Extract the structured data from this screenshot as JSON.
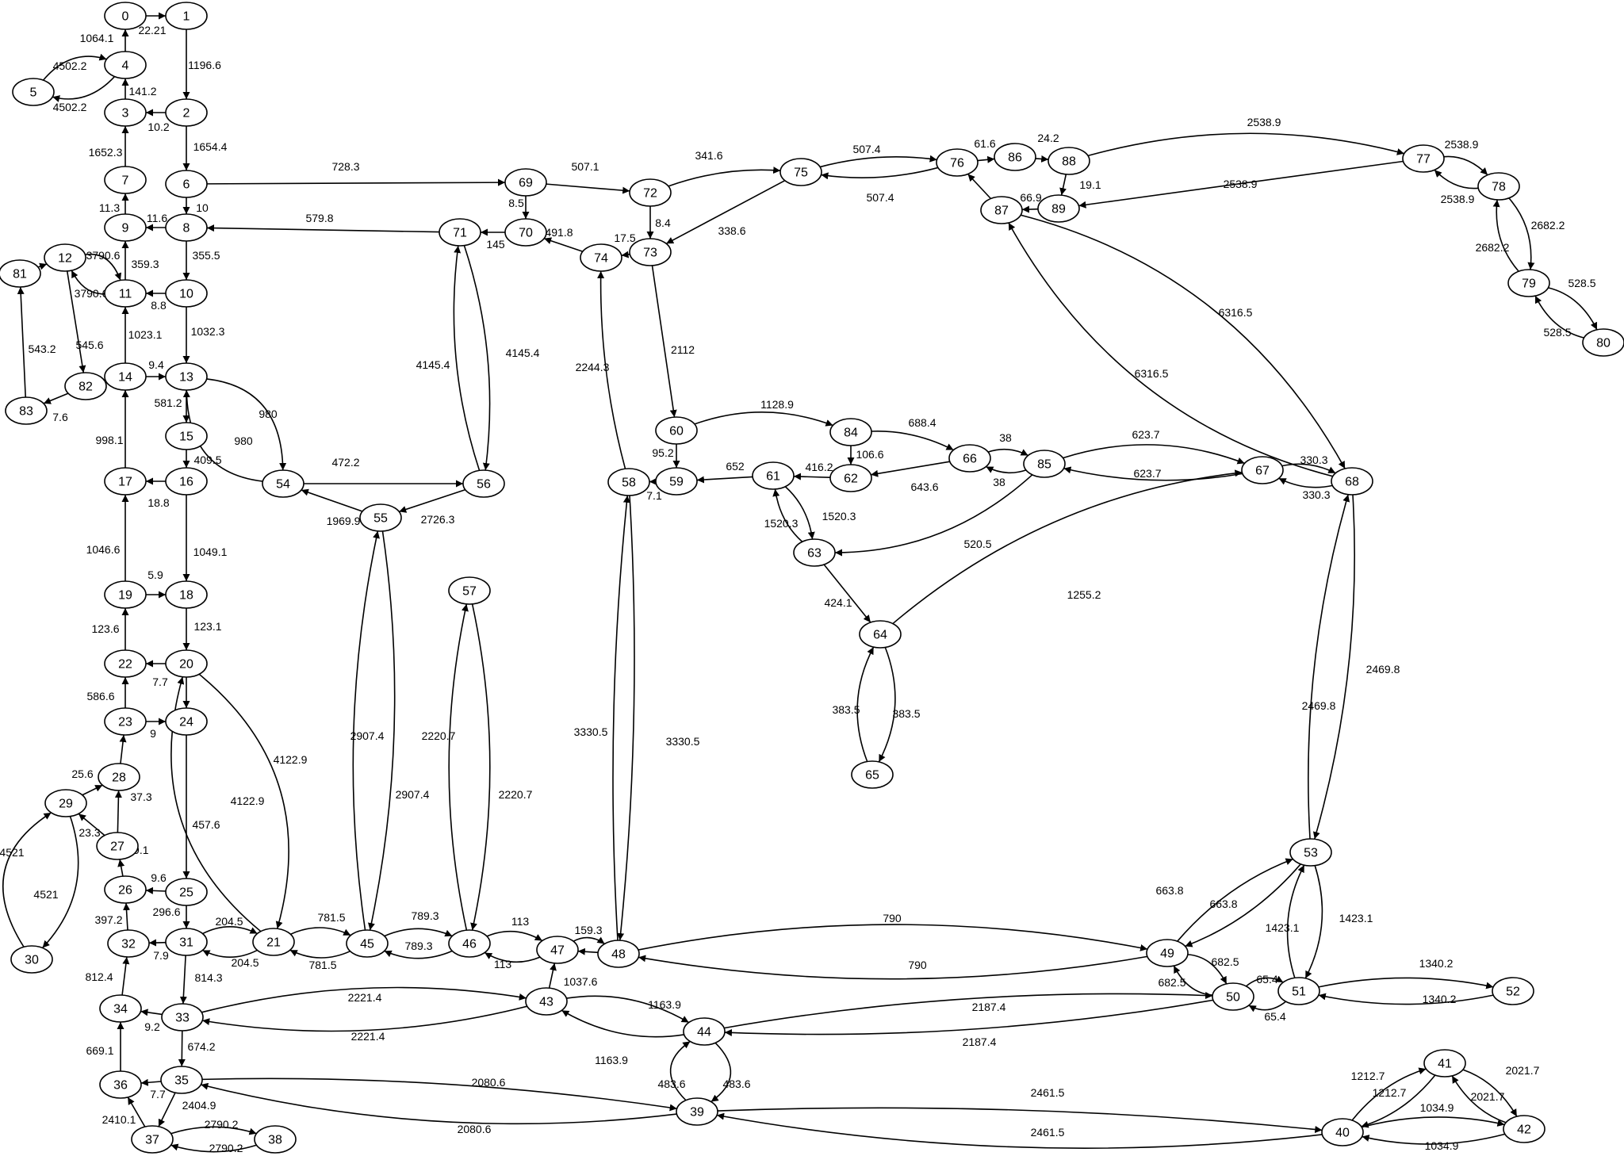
{
  "nodes": [
    "0",
    "1",
    "2",
    "3",
    "4",
    "5",
    "6",
    "7",
    "8",
    "9",
    "10",
    "11",
    "12",
    "13",
    "14",
    "15",
    "16",
    "17",
    "18",
    "19",
    "20",
    "21",
    "22",
    "23",
    "24",
    "25",
    "26",
    "27",
    "28",
    "29",
    "30",
    "31",
    "32",
    "33",
    "34",
    "35",
    "36",
    "37",
    "38",
    "39",
    "40",
    "41",
    "42",
    "43",
    "44",
    "45",
    "46",
    "47",
    "48",
    "49",
    "50",
    "51",
    "52",
    "53",
    "54",
    "55",
    "56",
    "57",
    "58",
    "59",
    "60",
    "61",
    "62",
    "63",
    "64",
    "65",
    "66",
    "67",
    "68",
    "69",
    "70",
    "71",
    "72",
    "73",
    "74",
    "75",
    "76",
    "77",
    "78",
    "79",
    "80",
    "81",
    "82",
    "83",
    "84",
    "85",
    "86",
    "87",
    "88",
    "89"
  ],
  "edges": [
    {
      "from": "0",
      "to": "1",
      "label": "22.21"
    },
    {
      "from": "1",
      "to": "2",
      "label": "1196.6"
    },
    {
      "from": "2",
      "to": "3",
      "label": "10.2"
    },
    {
      "from": "2",
      "to": "6",
      "label": "1654.4"
    },
    {
      "from": "3",
      "to": "4",
      "label": "141.2"
    },
    {
      "from": "4",
      "to": "0",
      "label": "1064.1"
    },
    {
      "from": "4",
      "to": "5",
      "label": "4502.2"
    },
    {
      "from": "5",
      "to": "4",
      "label": "4502.2"
    },
    {
      "from": "7",
      "to": "3",
      "label": "1652.3"
    },
    {
      "from": "9",
      "to": "7",
      "label": "11.3"
    },
    {
      "from": "6",
      "to": "8",
      "label": "10"
    },
    {
      "from": "6",
      "to": "69",
      "label": "728.3"
    },
    {
      "from": "8",
      "to": "9",
      "label": "11.6"
    },
    {
      "from": "8",
      "to": "10",
      "label": "355.5"
    },
    {
      "from": "10",
      "to": "11",
      "label": "8.8"
    },
    {
      "from": "11",
      "to": "9",
      "label": "359.3"
    },
    {
      "from": "11",
      "to": "12",
      "label": "3790.6"
    },
    {
      "from": "12",
      "to": "11",
      "label": "3790.6"
    },
    {
      "from": "12",
      "to": "82",
      "label": "545.6"
    },
    {
      "from": "81",
      "to": "12",
      "label": ""
    },
    {
      "from": "83",
      "to": "81",
      "label": "543.2"
    },
    {
      "from": "82",
      "to": "83",
      "label": "7.6"
    },
    {
      "from": "10",
      "to": "13",
      "label": "1032.3"
    },
    {
      "from": "14",
      "to": "11",
      "label": "1023.1"
    },
    {
      "from": "14",
      "to": "13",
      "label": "9.4"
    },
    {
      "from": "13",
      "to": "15",
      "label": "581.2"
    },
    {
      "from": "13",
      "to": "54",
      "label": "980"
    },
    {
      "from": "54",
      "to": "13",
      "label": "980"
    },
    {
      "from": "15",
      "to": "16",
      "label": "409.5"
    },
    {
      "from": "16",
      "to": "17",
      "label": "18.8"
    },
    {
      "from": "16",
      "to": "18",
      "label": "1049.1"
    },
    {
      "from": "17",
      "to": "14",
      "label": "998.1"
    },
    {
      "from": "19",
      "to": "17",
      "label": "1046.6"
    },
    {
      "from": "19",
      "to": "18",
      "label": "5.9"
    },
    {
      "from": "18",
      "to": "20",
      "label": "123.1"
    },
    {
      "from": "20",
      "to": "22",
      "label": "7.7"
    },
    {
      "from": "20",
      "to": "24",
      "label": ""
    },
    {
      "from": "20",
      "to": "21",
      "label": "4122.9"
    },
    {
      "from": "21",
      "to": "20",
      "label": "4122.9"
    },
    {
      "from": "22",
      "to": "19",
      "label": "123.6"
    },
    {
      "from": "23",
      "to": "22",
      "label": "586.6"
    },
    {
      "from": "23",
      "to": "24",
      "label": "9"
    },
    {
      "from": "24",
      "to": "25",
      "label": "457.6"
    },
    {
      "from": "28",
      "to": "23",
      "label": ""
    },
    {
      "from": "29",
      "to": "28",
      "label": "25.6"
    },
    {
      "from": "27",
      "to": "28",
      "label": "37.3"
    },
    {
      "from": "27",
      "to": "29",
      "label": "23.3"
    },
    {
      "from": "26",
      "to": "27",
      "label": "199.1"
    },
    {
      "from": "30",
      "to": "29",
      "label": "4521"
    },
    {
      "from": "29",
      "to": "30",
      "label": "4521"
    },
    {
      "from": "25",
      "to": "26",
      "label": "9.6"
    },
    {
      "from": "25",
      "to": "31",
      "label": "296.6"
    },
    {
      "from": "32",
      "to": "26",
      "label": "397.2"
    },
    {
      "from": "31",
      "to": "32",
      "label": "7.9"
    },
    {
      "from": "31",
      "to": "21",
      "label": "204.5"
    },
    {
      "from": "21",
      "to": "31",
      "label": "204.5"
    },
    {
      "from": "31",
      "to": "33",
      "label": "814.3"
    },
    {
      "from": "34",
      "to": "32",
      "label": "812.4"
    },
    {
      "from": "33",
      "to": "34",
      "label": "9.2"
    },
    {
      "from": "33",
      "to": "43",
      "label": "2221.4"
    },
    {
      "from": "43",
      "to": "33",
      "label": "2221.4"
    },
    {
      "from": "33",
      "to": "35",
      "label": "674.2"
    },
    {
      "from": "36",
      "to": "34",
      "label": "669.1"
    },
    {
      "from": "35",
      "to": "36",
      "label": "7.7"
    },
    {
      "from": "37",
      "to": "36",
      "label": "2410.1"
    },
    {
      "from": "35",
      "to": "37",
      "label": "2404.9"
    },
    {
      "from": "37",
      "to": "38",
      "label": "2790.2"
    },
    {
      "from": "38",
      "to": "37",
      "label": "2790.2"
    },
    {
      "from": "35",
      "to": "39",
      "label": "2080.6"
    },
    {
      "from": "39",
      "to": "35",
      "label": "2080.6"
    },
    {
      "from": "39",
      "to": "40",
      "label": "2461.5"
    },
    {
      "from": "40",
      "to": "39",
      "label": "2461.5"
    },
    {
      "from": "40",
      "to": "41",
      "label": "1212.7"
    },
    {
      "from": "41",
      "to": "40",
      "label": "1212.7"
    },
    {
      "from": "41",
      "to": "42",
      "label": "2021.7"
    },
    {
      "from": "42",
      "to": "41",
      "label": "2021.7"
    },
    {
      "from": "40",
      "to": "42",
      "label": "1034.9"
    },
    {
      "from": "42",
      "to": "40",
      "label": "1034.9"
    },
    {
      "from": "39",
      "to": "44",
      "label": "483.6"
    },
    {
      "from": "44",
      "to": "39",
      "label": "483.6"
    },
    {
      "from": "43",
      "to": "44",
      "label": "1163.9"
    },
    {
      "from": "44",
      "to": "43",
      "label": "1163.9"
    },
    {
      "from": "43",
      "to": "47",
      "label": "1037.6"
    },
    {
      "from": "44",
      "to": "50",
      "label": "2187.4"
    },
    {
      "from": "50",
      "to": "44",
      "label": "2187.4"
    },
    {
      "from": "21",
      "to": "45",
      "label": "781.5"
    },
    {
      "from": "45",
      "to": "21",
      "label": "781.5"
    },
    {
      "from": "45",
      "to": "46",
      "label": "789.3"
    },
    {
      "from": "46",
      "to": "45",
      "label": "789.3"
    },
    {
      "from": "45",
      "to": "55",
      "label": "2907.4"
    },
    {
      "from": "55",
      "to": "45",
      "label": "2907.4"
    },
    {
      "from": "46",
      "to": "57",
      "label": "2220.7"
    },
    {
      "from": "57",
      "to": "46",
      "label": "2220.7"
    },
    {
      "from": "46",
      "to": "47",
      "label": "113"
    },
    {
      "from": "47",
      "to": "46",
      "label": "113"
    },
    {
      "from": "47",
      "to": "48",
      "label": "159.3"
    },
    {
      "from": "48",
      "to": "47",
      "label": ""
    },
    {
      "from": "48",
      "to": "58",
      "label": "3330.5"
    },
    {
      "from": "58",
      "to": "48",
      "label": "3330.5"
    },
    {
      "from": "48",
      "to": "49",
      "label": "790"
    },
    {
      "from": "49",
      "to": "48",
      "label": "790"
    },
    {
      "from": "49",
      "to": "50",
      "label": "682.5"
    },
    {
      "from": "50",
      "to": "49",
      "label": "682.5"
    },
    {
      "from": "49",
      "to": "53",
      "label": "663.8"
    },
    {
      "from": "53",
      "to": "49",
      "label": "663.8"
    },
    {
      "from": "50",
      "to": "51",
      "label": "65.4"
    },
    {
      "from": "51",
      "to": "50",
      "label": "65.4"
    },
    {
      "from": "51",
      "to": "52",
      "label": "1340.2"
    },
    {
      "from": "52",
      "to": "51",
      "label": "1340.2"
    },
    {
      "from": "51",
      "to": "53",
      "label": "1423.1"
    },
    {
      "from": "53",
      "to": "51",
      "label": "1423.1"
    },
    {
      "from": "53",
      "to": "68",
      "label": "2469.8"
    },
    {
      "from": "68",
      "to": "53",
      "label": "2469.8"
    },
    {
      "from": "54",
      "to": "56",
      "label": "472.2"
    },
    {
      "from": "55",
      "to": "54",
      "label": "1969.9"
    },
    {
      "from": "56",
      "to": "55",
      "label": "2726.3"
    },
    {
      "from": "56",
      "to": "71",
      "label": "4145.4"
    },
    {
      "from": "71",
      "to": "56",
      "label": "4145.4"
    },
    {
      "from": "58",
      "to": "74",
      "label": "2244.3"
    },
    {
      "from": "59",
      "to": "58",
      "label": "7.1"
    },
    {
      "from": "60",
      "to": "59",
      "label": "95.2"
    },
    {
      "from": "60",
      "to": "84",
      "label": "1128.9"
    },
    {
      "from": "61",
      "to": "59",
      "label": "652"
    },
    {
      "from": "61",
      "to": "63",
      "label": "1520.3"
    },
    {
      "from": "63",
      "to": "61",
      "label": "1520.3"
    },
    {
      "from": "62",
      "to": "61",
      "label": "416.2"
    },
    {
      "from": "63",
      "to": "64",
      "label": "424.1"
    },
    {
      "from": "64",
      "to": "65",
      "label": "383.5"
    },
    {
      "from": "65",
      "to": "64",
      "label": "383.5"
    },
    {
      "from": "64",
      "to": "67",
      "label": "1255.2"
    },
    {
      "from": "66",
      "to": "62",
      "label": "643.6"
    },
    {
      "from": "66",
      "to": "85",
      "label": "38"
    },
    {
      "from": "85",
      "to": "66",
      "label": "38"
    },
    {
      "from": "85",
      "to": "67",
      "label": "623.7"
    },
    {
      "from": "67",
      "to": "85",
      "label": "623.7"
    },
    {
      "from": "85",
      "to": "63",
      "label": "520.5"
    },
    {
      "from": "67",
      "to": "68",
      "label": "330.3"
    },
    {
      "from": "68",
      "to": "67",
      "label": "330.3"
    },
    {
      "from": "68",
      "to": "87",
      "label": "6316.5"
    },
    {
      "from": "87",
      "to": "68",
      "label": "6316.5"
    },
    {
      "from": "69",
      "to": "70",
      "label": "8.5"
    },
    {
      "from": "69",
      "to": "72",
      "label": "507.1"
    },
    {
      "from": "70",
      "to": "71",
      "label": "145"
    },
    {
      "from": "71",
      "to": "8",
      "label": "579.8"
    },
    {
      "from": "74",
      "to": "70",
      "label": "491.8"
    },
    {
      "from": "72",
      "to": "73",
      "label": "8.4"
    },
    {
      "from": "72",
      "to": "75",
      "label": "341.6"
    },
    {
      "from": "73",
      "to": "74",
      "label": "17.5"
    },
    {
      "from": "73",
      "to": "60",
      "label": "2112"
    },
    {
      "from": "75",
      "to": "73",
      "label": "338.6"
    },
    {
      "from": "75",
      "to": "76",
      "label": "507.4"
    },
    {
      "from": "76",
      "to": "75",
      "label": "507.4"
    },
    {
      "from": "76",
      "to": "86",
      "label": "61.6"
    },
    {
      "from": "86",
      "to": "88",
      "label": "24.2"
    },
    {
      "from": "88",
      "to": "89",
      "label": "19.1"
    },
    {
      "from": "88",
      "to": "77",
      "label": "2538.9"
    },
    {
      "from": "77",
      "to": "89",
      "label": "2538.9"
    },
    {
      "from": "77",
      "to": "78",
      "label": "2538.9"
    },
    {
      "from": "78",
      "to": "77",
      "label": "2538.9"
    },
    {
      "from": "78",
      "to": "79",
      "label": "2682.2"
    },
    {
      "from": "79",
      "to": "78",
      "label": "2682.2"
    },
    {
      "from": "79",
      "to": "80",
      "label": "528.5"
    },
    {
      "from": "80",
      "to": "79",
      "label": "528.5"
    },
    {
      "from": "89",
      "to": "87",
      "label": "66.9"
    },
    {
      "from": "87",
      "to": "76",
      "label": ""
    },
    {
      "from": "84",
      "to": "62",
      "label": "106.6"
    },
    {
      "from": "84",
      "to": "66",
      "label": "688.4"
    }
  ]
}
